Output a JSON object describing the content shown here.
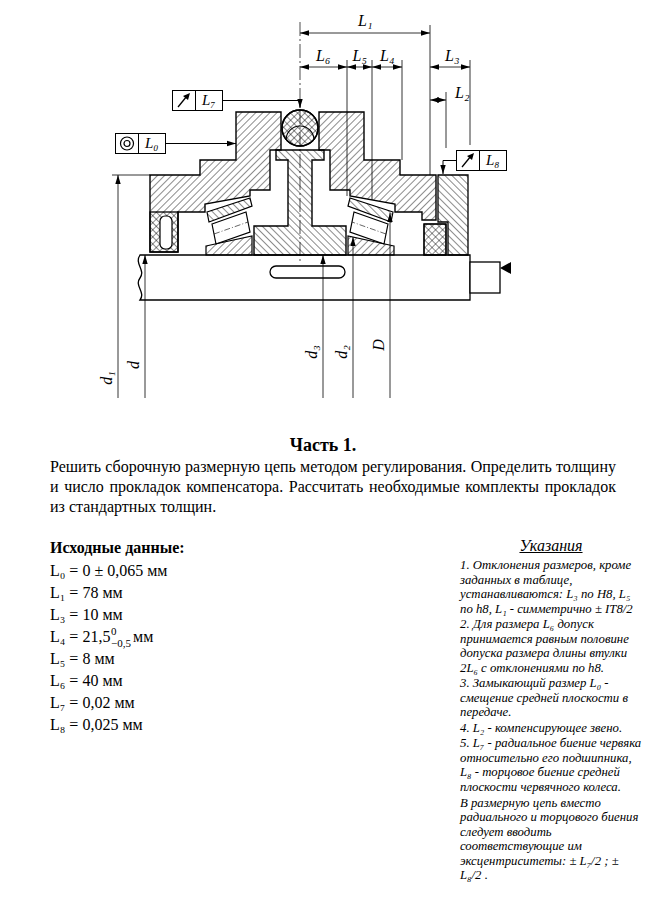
{
  "diagram": {
    "title": "Часть 1.",
    "nodes": [
      {
        "text": [
          "L₇"
        ]
      },
      {
        "text": [
          "L₀"
        ]
      },
      {
        "text": [
          "L₈"
        ]
      }
    ],
    "labels": [
      "L₁",
      "L₆",
      "L₅",
      "L₄",
      "L₃",
      "L₂",
      "d₁",
      "d",
      "d₃",
      "d₂",
      "D",
      "Решить сборочную размерную цепь методом регулирования. Определить толщину и число прокладок компенсатора. Рассчитать необходимые комплекты прокладок из стандартных толщин.",
      "Исходные данные:",
      "L₀ = 0 ± 0,065 мм",
      "L₁ = 78 мм",
      "L₃ = 10 мм",
      "L₄ = 21,5",
      "0",
      "−0,5",
      "мм",
      "L₅ = 8 мм",
      "L₆ = 40 мм",
      "L₇ = 0,02 мм",
      "L₈ = 0,025 мм",
      "Указания",
      "1. Отклонения размеров, кроме заданных в таблице, устанавливаются: L₃ по H8, L₅ по h8, L₁ - симметрично ± IT8/2",
      "2. Для размера L₆ допуск принимается равным половине допуска размера длины втулки 2L₆ с отклонениями по h8.",
      "3. Замыкающий размер L₀ - смещение средней плоскости в передаче.",
      "4. L₂ - компенсирующее звено.",
      "5. L₇ - радиальное биение червяка относительно его подшипника, L₈ - торцовое биение средней плоскости червячного колеса.",
      "В размерную цепь вместо радиального и торцового биения следует вводить соответствующие им эксцентриситеты: ± L₇/2 ; ± L₈/2 ."
    ]
  }
}
